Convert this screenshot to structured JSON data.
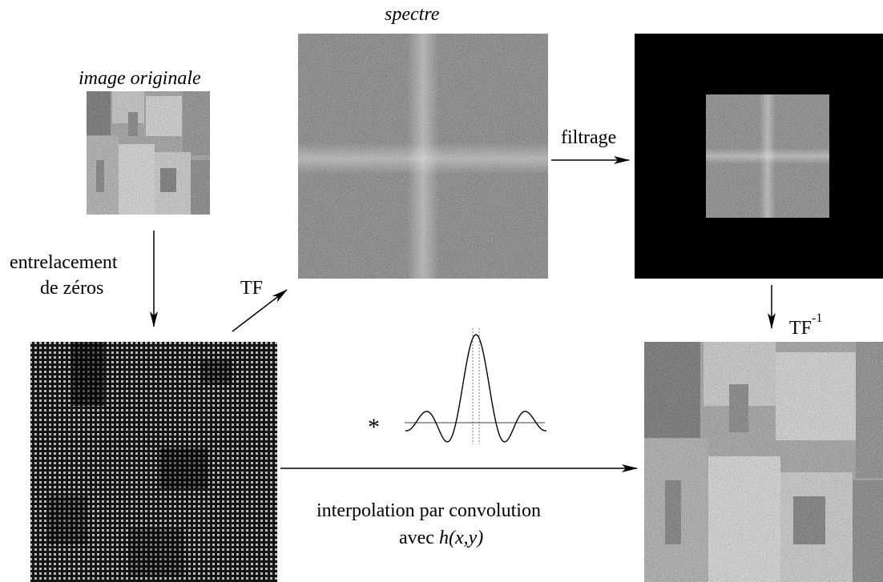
{
  "labels": {
    "image_originale": "image originale",
    "spectre": "spectre",
    "filtrage": "filtrage",
    "entrelacement_line1": "entrelacement",
    "entrelacement_line2": "de zéros",
    "tf": "TF",
    "tf_inv_base": "TF",
    "tf_inv_exp": "-1",
    "convolution_symbol": "*",
    "interpolation_line1": "interpolation par convolution",
    "interpolation_prefix": "avec",
    "interpolation_formula": "h(x,y)"
  },
  "panels": {
    "original": "original-city-image",
    "spectrum": "spectrum-image",
    "filtered": "filtered-spectrum-image",
    "interlaced": "zero-interlaced-image",
    "result": "interpolated-city-image"
  }
}
